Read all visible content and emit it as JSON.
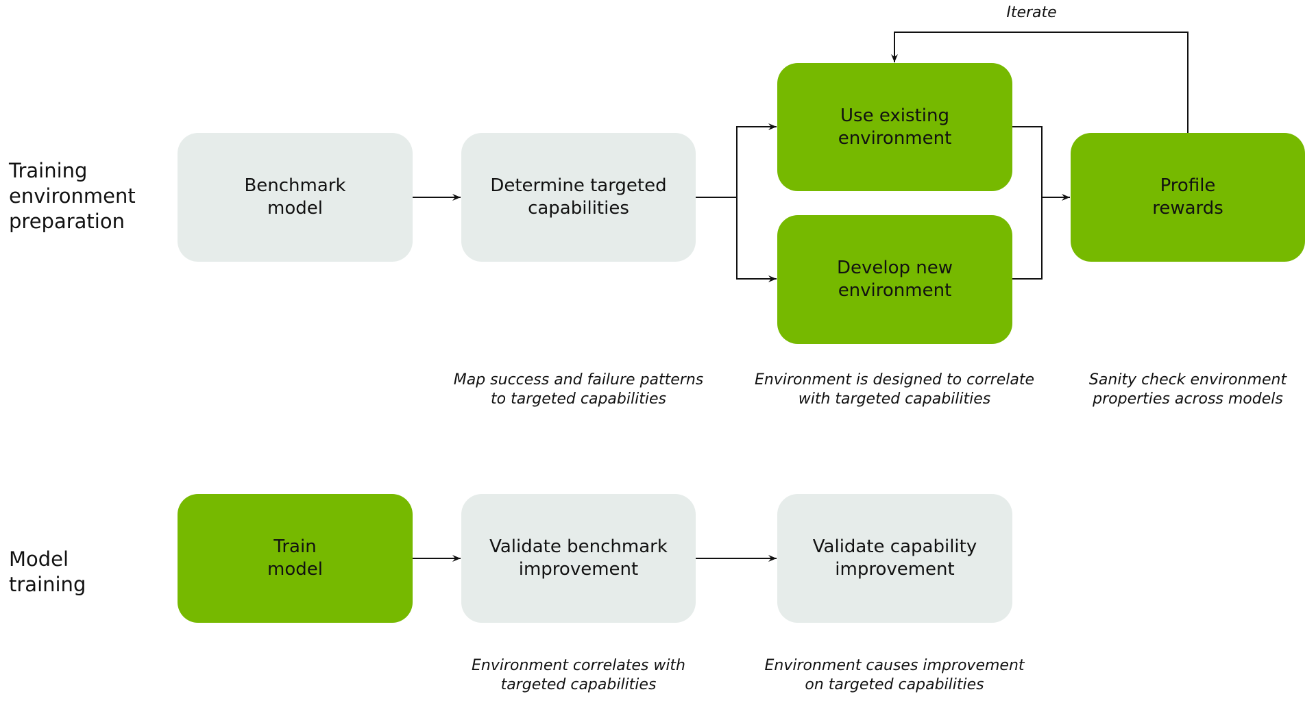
{
  "sections": {
    "prep": {
      "label_lines": [
        "Training",
        "environment",
        "preparation"
      ]
    },
    "training": {
      "label_lines": [
        "Model",
        "training"
      ]
    }
  },
  "colors": {
    "highlight": "#76b900",
    "neutral": "#e6ecea",
    "line": "#111111"
  },
  "nodes": {
    "benchmark_model": {
      "lines": [
        "Benchmark",
        "model"
      ],
      "style": "neutral"
    },
    "determine_capabilities": {
      "lines": [
        "Determine targeted",
        "capabilities"
      ],
      "style": "neutral"
    },
    "use_existing_env": {
      "lines": [
        "Use existing",
        "environment"
      ],
      "style": "highlight"
    },
    "develop_new_env": {
      "lines": [
        "Develop new",
        "environment"
      ],
      "style": "highlight"
    },
    "profile_rewards": {
      "lines": [
        "Profile",
        "rewards"
      ],
      "style": "highlight"
    },
    "train_model": {
      "lines": [
        "Train",
        "model"
      ],
      "style": "highlight"
    },
    "validate_benchmark": {
      "lines": [
        "Validate benchmark",
        "improvement"
      ],
      "style": "neutral"
    },
    "validate_capability": {
      "lines": [
        "Validate capability",
        "improvement"
      ],
      "style": "neutral"
    }
  },
  "captions": {
    "determine": [
      "Map success and failure patterns",
      "to targeted capabilities"
    ],
    "environment": [
      "Environment is designed to correlate",
      "with targeted capabilities"
    ],
    "profile": [
      "Sanity check environment",
      "properties across models"
    ],
    "validate_benchmark": [
      "Environment correlates with",
      "targeted capabilities"
    ],
    "validate_capability": [
      "Environment causes improvement",
      "on targeted capabilities"
    ]
  },
  "loop_label": "Iterate",
  "edges": [
    {
      "from": "benchmark_model",
      "to": "determine_capabilities"
    },
    {
      "from": "determine_capabilities",
      "to": "use_existing_env"
    },
    {
      "from": "determine_capabilities",
      "to": "develop_new_env"
    },
    {
      "from": "use_existing_env",
      "to": "profile_rewards"
    },
    {
      "from": "develop_new_env",
      "to": "profile_rewards"
    },
    {
      "from": "profile_rewards",
      "to": "use_existing_env",
      "label": "Iterate"
    },
    {
      "from": "train_model",
      "to": "validate_benchmark"
    },
    {
      "from": "validate_benchmark",
      "to": "validate_capability"
    }
  ]
}
